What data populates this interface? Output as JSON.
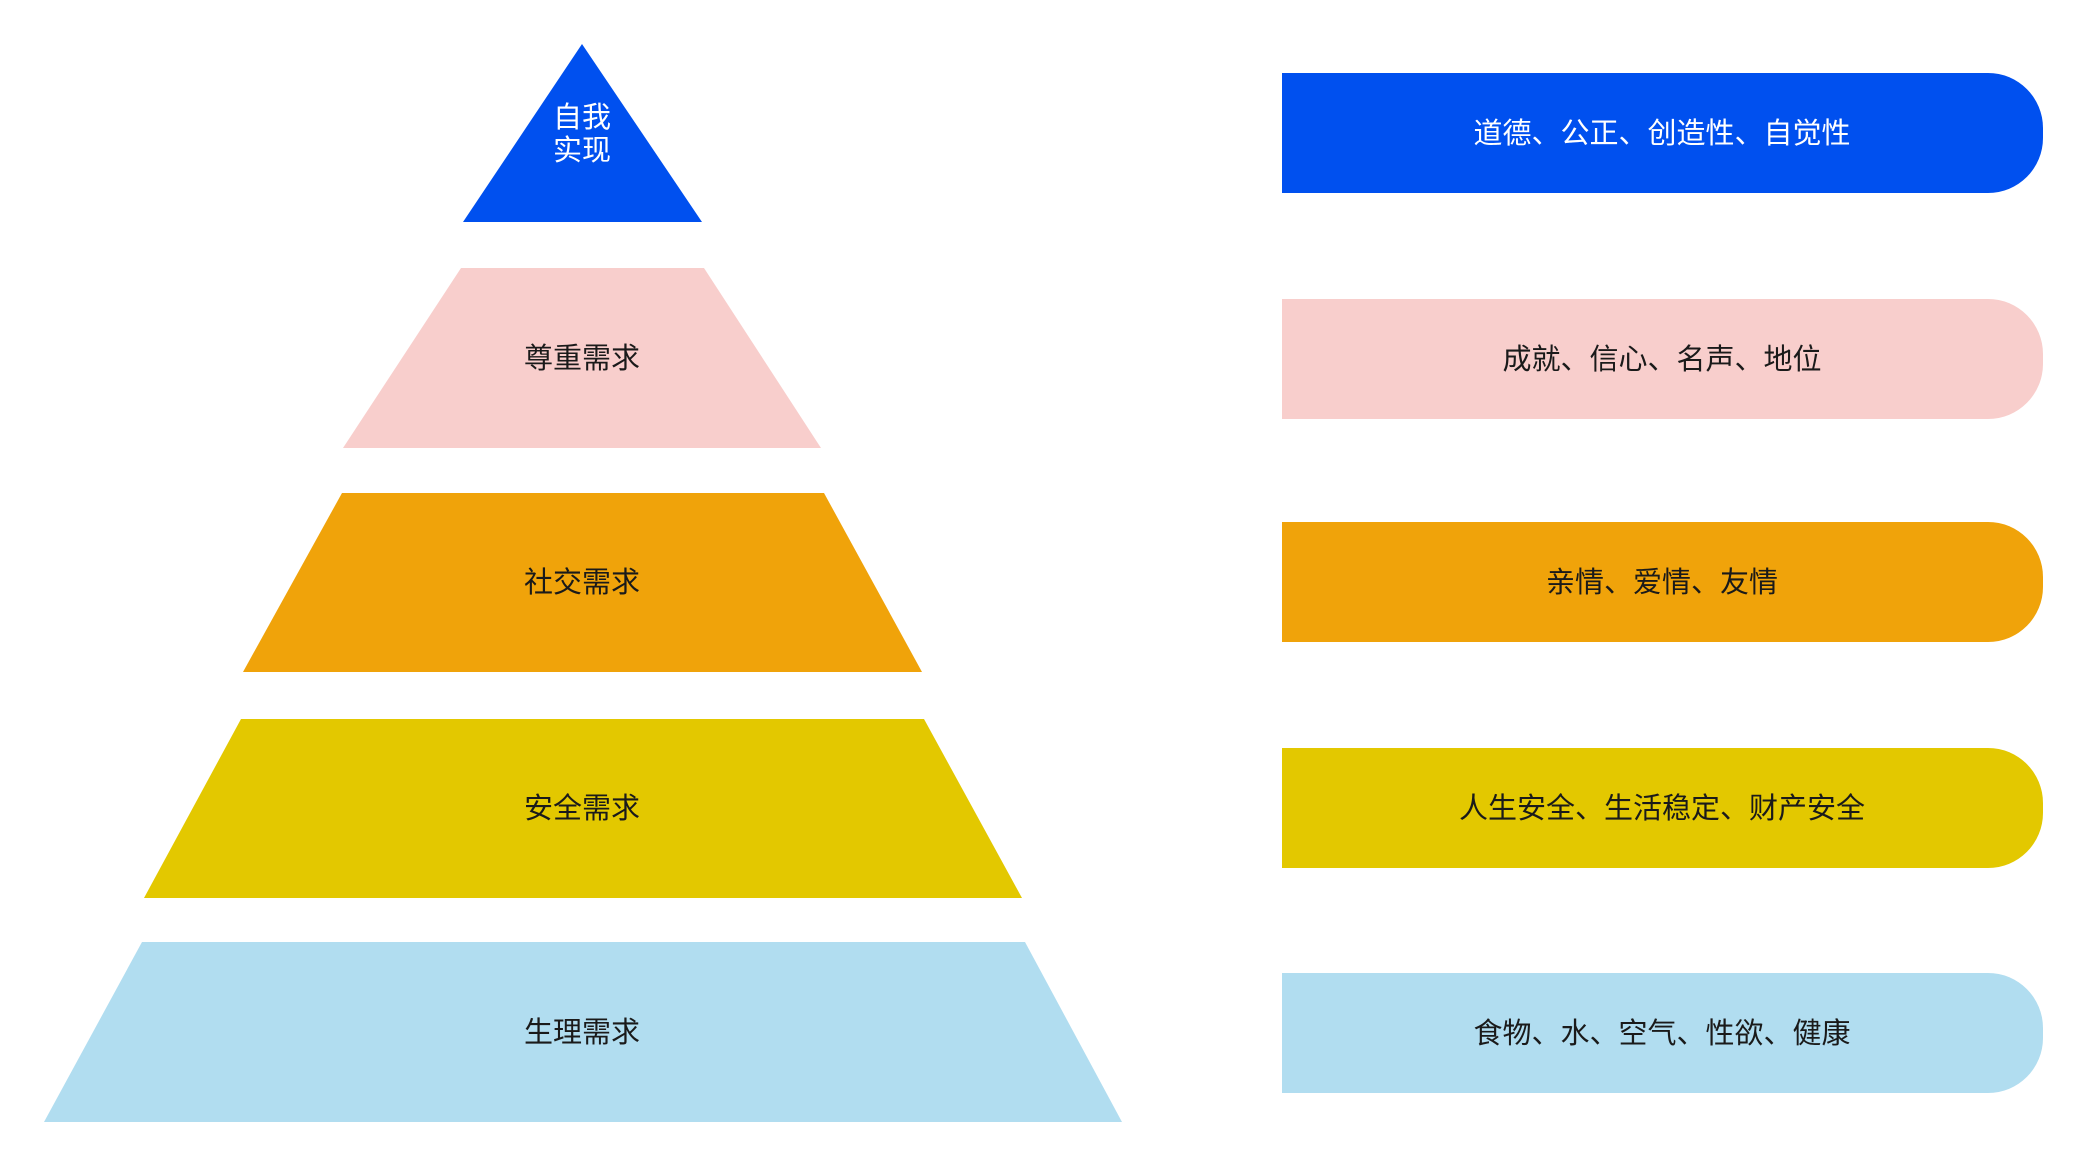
{
  "pyramid": {
    "levels": [
      {
        "label_lines": [
          "自我",
          "实现"
        ],
        "color": "#0050EF",
        "text_color": "#FFFFFF"
      },
      {
        "label": "尊重需求",
        "color": "#F8CECC",
        "text_color": "#1A1A1A"
      },
      {
        "label": "社交需求",
        "color": "#F0A30A",
        "text_color": "#1A1A1A"
      },
      {
        "label": "安全需求",
        "color": "#E3C800",
        "text_color": "#1A1A1A"
      },
      {
        "label": "生理需求",
        "color": "#B1DDF0",
        "text_color": "#1A1A1A"
      }
    ]
  },
  "details": [
    {
      "text": "道德、公正、创造性、自觉性",
      "color": "#0050EF",
      "text_color": "#FFFFFF"
    },
    {
      "text": "成就、信心、名声、地位",
      "color": "#F8CECC",
      "text_color": "#1A1A1A"
    },
    {
      "text": "亲情、爱情、友情",
      "color": "#F0A30A",
      "text_color": "#1A1A1A"
    },
    {
      "text": "人生安全、生活稳定、财产安全",
      "color": "#E3C800",
      "text_color": "#1A1A1A"
    },
    {
      "text": "食物、水、空气、性欲、健康",
      "color": "#B1DDF0",
      "text_color": "#1A1A1A"
    }
  ]
}
